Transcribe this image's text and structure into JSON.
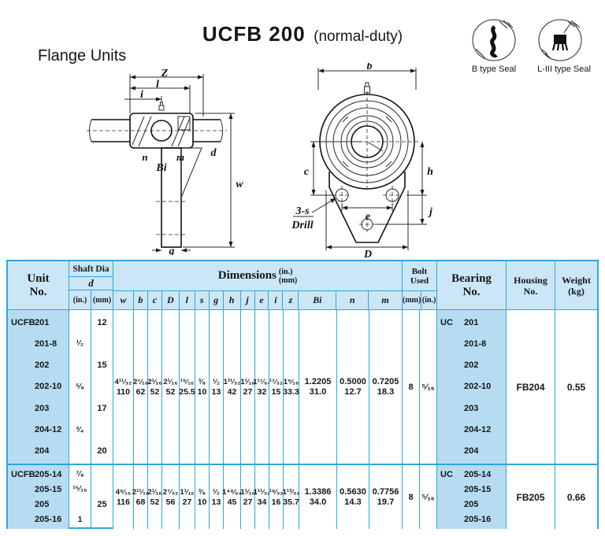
{
  "page": {
    "title": "UCFB  200",
    "title_note": "(normal-duty)",
    "section_label": "Flange Units"
  },
  "seals": {
    "b_label": "B type Seal",
    "l3_label": "L-III type Seal"
  },
  "drawings": {
    "side": [
      "Z",
      "l",
      "i",
      "n",
      "Bi",
      "m",
      "d",
      "w",
      "g"
    ],
    "front": [
      "b",
      "c",
      "e",
      "h",
      "j",
      "D"
    ],
    "drill": [
      "3-s",
      "Drill"
    ]
  },
  "table": {
    "colors": {
      "border": "#2da7dc",
      "header_bg": "#cbe6f6",
      "unit_col_bg": "#b7dcf2"
    },
    "header": {
      "unit": [
        "Unit",
        "No."
      ],
      "shaft": "Shaft Dia",
      "shaft_d": "d",
      "in_label": "(in.)",
      "mm_label": "(mm)",
      "dims": "Dimensions",
      "dims_units": [
        "(in.)",
        "(mm)"
      ],
      "letters": [
        "w",
        "b",
        "c",
        "D",
        "l",
        "s",
        "g",
        "h",
        "j",
        "e",
        "i",
        "z",
        "Bi",
        "n",
        "m"
      ],
      "bolt": [
        "Bolt",
        "Used"
      ],
      "bolt_units": [
        "(mm)",
        "(in.)"
      ],
      "bearing": [
        "Bearing",
        "No."
      ],
      "housing": [
        "Housing",
        "No."
      ],
      "weight": [
        "Weight",
        "(kg)"
      ]
    },
    "groups": [
      {
        "prefix": "UCFB",
        "bearing_prefix": "UC",
        "rows": [
          {
            "unit": "201",
            "in": "",
            "mm": "12"
          },
          {
            "unit": "201-8",
            "in": "¹⁄₂",
            "mm": ""
          },
          {
            "unit": "202",
            "in": "",
            "mm": "15"
          },
          {
            "unit": "202-10",
            "in": "⁵⁄₈",
            "mm": ""
          },
          {
            "unit": "203",
            "in": "",
            "mm": "17"
          },
          {
            "unit": "204-12",
            "in": "³⁄₄",
            "mm": ""
          },
          {
            "unit": "204",
            "in": "",
            "mm": "20"
          }
        ],
        "dims_in": [
          "4¹¹⁄₃₂",
          "2⁷⁄₁₆",
          "2¹⁄₁₆",
          "2¹⁄₁₆",
          "¹⁵⁄₁₆",
          "³⁄₈",
          "¹⁄₂",
          "1²¹⁄₃₂",
          "1¹⁄₁₆",
          "1¹⁷⁄₆₄",
          "¹⁷⁄₃₂",
          "1⁵⁄₁₆",
          "1.2205",
          "0.5000",
          "0.7205"
        ],
        "dims_mm": [
          "110",
          "62",
          "52",
          "52",
          "25.5",
          "10",
          "13",
          "42",
          "27",
          "32",
          "15",
          "33.3",
          "31.0",
          "12.7",
          "18.3"
        ],
        "bolt_mm": "8",
        "bolt_in": "⁵⁄₁₆",
        "housing": "FB204",
        "weight": "0.55"
      },
      {
        "prefix": "UCFB",
        "bearing_prefix": "UC",
        "rows": [
          {
            "unit": "205-14",
            "in": "⁷⁄₈",
            "mm": ""
          },
          {
            "unit": "205-15",
            "in": "¹⁵⁄₁₆",
            "mm": ""
          },
          {
            "unit": "205",
            "in": "",
            "mm": "25"
          },
          {
            "unit": "205-16",
            "in": "1",
            "mm": ""
          }
        ],
        "dims_in": [
          "4⁹⁄₁₆",
          "2¹¹⁄₁₆",
          "2¹⁄₁₆",
          "2⁷⁄₃₂",
          "1¹⁄₁₆",
          "³⁄₈",
          "¹⁄₂",
          "1⁴⁹⁄₆₄",
          "1¹⁄₁₆",
          "1¹¹⁄₃₂",
          "¹⁹⁄₃₂",
          "1¹³⁄₃₂",
          "1.3386",
          "0.5630",
          "0.7756"
        ],
        "dims_mm": [
          "116",
          "68",
          "52",
          "56",
          "27",
          "10",
          "13",
          "45",
          "27",
          "34",
          "16",
          "35.7",
          "34.0",
          "14.3",
          "19.7"
        ],
        "bolt_mm": "8",
        "bolt_in": "⁵⁄₁₆",
        "housing": "FB205",
        "weight": "0.66"
      }
    ]
  }
}
